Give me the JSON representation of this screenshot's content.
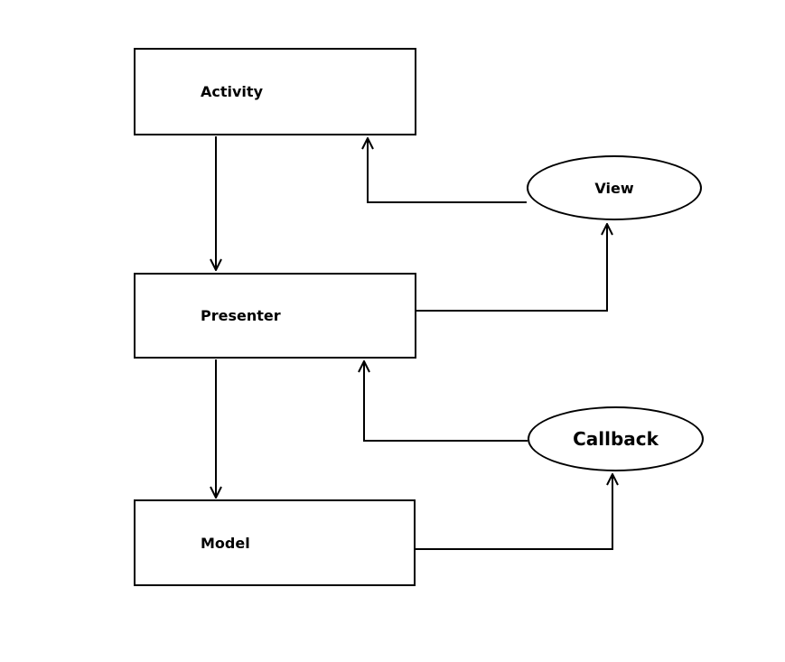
{
  "diagram": {
    "nodes": {
      "activity": {
        "label": "Activity",
        "shape": "rectangle"
      },
      "presenter": {
        "label": "Presenter",
        "shape": "rectangle"
      },
      "model": {
        "label": "Model",
        "shape": "rectangle"
      },
      "view": {
        "label": "View",
        "shape": "ellipse"
      },
      "callback": {
        "label": "Callback",
        "shape": "ellipse"
      }
    },
    "edges": [
      {
        "from": "activity",
        "to": "presenter",
        "style": "arrow-down"
      },
      {
        "from": "view",
        "to": "activity",
        "style": "elbow-arrow-up"
      },
      {
        "from": "presenter",
        "to": "view",
        "style": "elbow-arrow-up"
      },
      {
        "from": "presenter",
        "to": "model",
        "style": "arrow-down"
      },
      {
        "from": "callback",
        "to": "presenter",
        "style": "elbow-arrow-up"
      },
      {
        "from": "model",
        "to": "callback",
        "style": "elbow-arrow-up"
      }
    ],
    "colors": {
      "line": "#000000",
      "background": "#ffffff",
      "text": "#000000"
    }
  }
}
